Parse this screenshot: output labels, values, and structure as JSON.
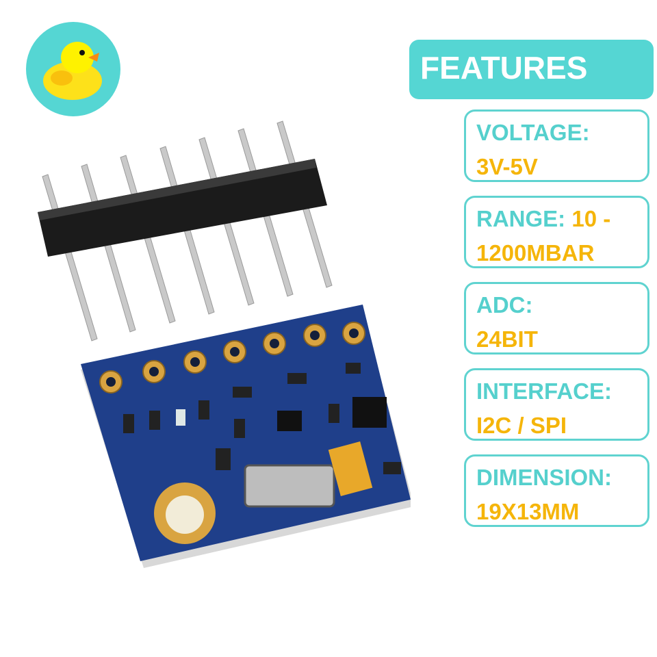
{
  "logo": {
    "icon": "rubber-duck-icon",
    "background": "#55d6d3"
  },
  "features": {
    "title": "FEATURES",
    "items": [
      {
        "label": "VOLTAGE:",
        "value": "3V-5V"
      },
      {
        "label": "RANGE: ",
        "label_inline_value": "10 -",
        "value": "1200MBAR"
      },
      {
        "label": "ADC:",
        "value": "24BIT"
      },
      {
        "label": "INTERFACE:",
        "value": "I2C / SPI"
      },
      {
        "label": "DIMENSION:",
        "value": "19X13MM"
      }
    ]
  },
  "colors": {
    "accent": "#55d6d3",
    "value": "#f5b50a",
    "pcb": "#1f3f8a"
  },
  "product": {
    "image": "pressure-sensor-module-with-pin-header"
  }
}
